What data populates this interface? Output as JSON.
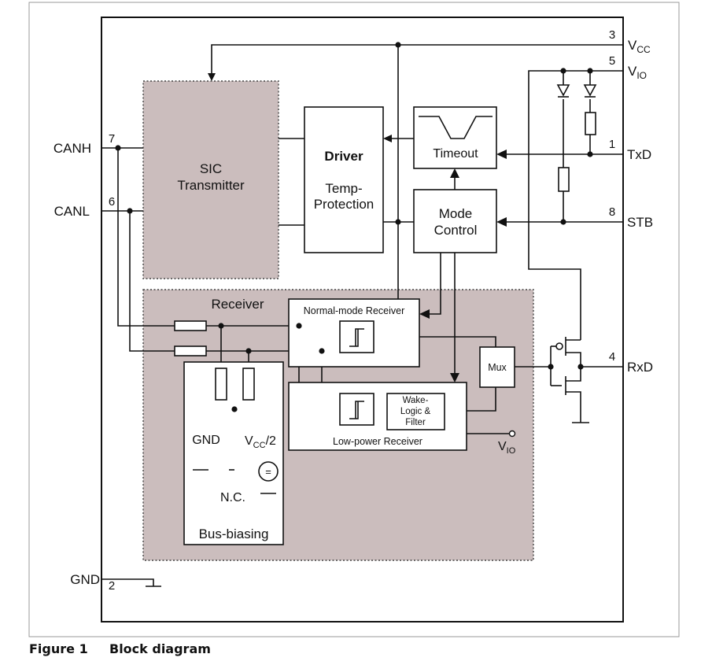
{
  "pins": {
    "vcc": {
      "num": "3",
      "name": "V",
      "sub": "CC"
    },
    "vio": {
      "num": "5",
      "name": "V",
      "sub": "IO"
    },
    "txd": {
      "num": "1",
      "name": "TxD"
    },
    "stb": {
      "num": "8",
      "name": "STB"
    },
    "rxd": {
      "num": "4",
      "name": "RxD"
    },
    "canh": {
      "num": "7",
      "name": "CANH"
    },
    "canl": {
      "num": "6",
      "name": "CANL"
    },
    "gnd": {
      "num": "2",
      "name": "GND"
    }
  },
  "blocks": {
    "sic_transmitter": {
      "line1": "SIC",
      "line2": "Transmitter"
    },
    "driver": {
      "title": "Driver",
      "line1": "Temp-",
      "line2": "Protection"
    },
    "timeout": {
      "label": "Timeout"
    },
    "mode_control": {
      "line1": "Mode",
      "line2": "Control"
    },
    "receiver": {
      "label": "Receiver"
    },
    "normal_receiver": {
      "label": "Normal-mode Receiver"
    },
    "low_power_receiver": {
      "label": "Low-power Receiver"
    },
    "wake_logic": {
      "line1": "Wake-",
      "line2": "Logic &",
      "line3": "Filter"
    },
    "mux": {
      "label": "Mux"
    },
    "bus_biasing": {
      "label": "Bus-biasing",
      "gnd_label": "GND",
      "vcc2": {
        "name": "V",
        "sub": "CC",
        "suffix": "/2"
      },
      "nc_label": "N.C.",
      "source_symbol": "="
    },
    "lp_vio": {
      "name": "V",
      "sub": "IO"
    }
  },
  "caption": {
    "number": "Figure 1",
    "title": "Block diagram"
  }
}
